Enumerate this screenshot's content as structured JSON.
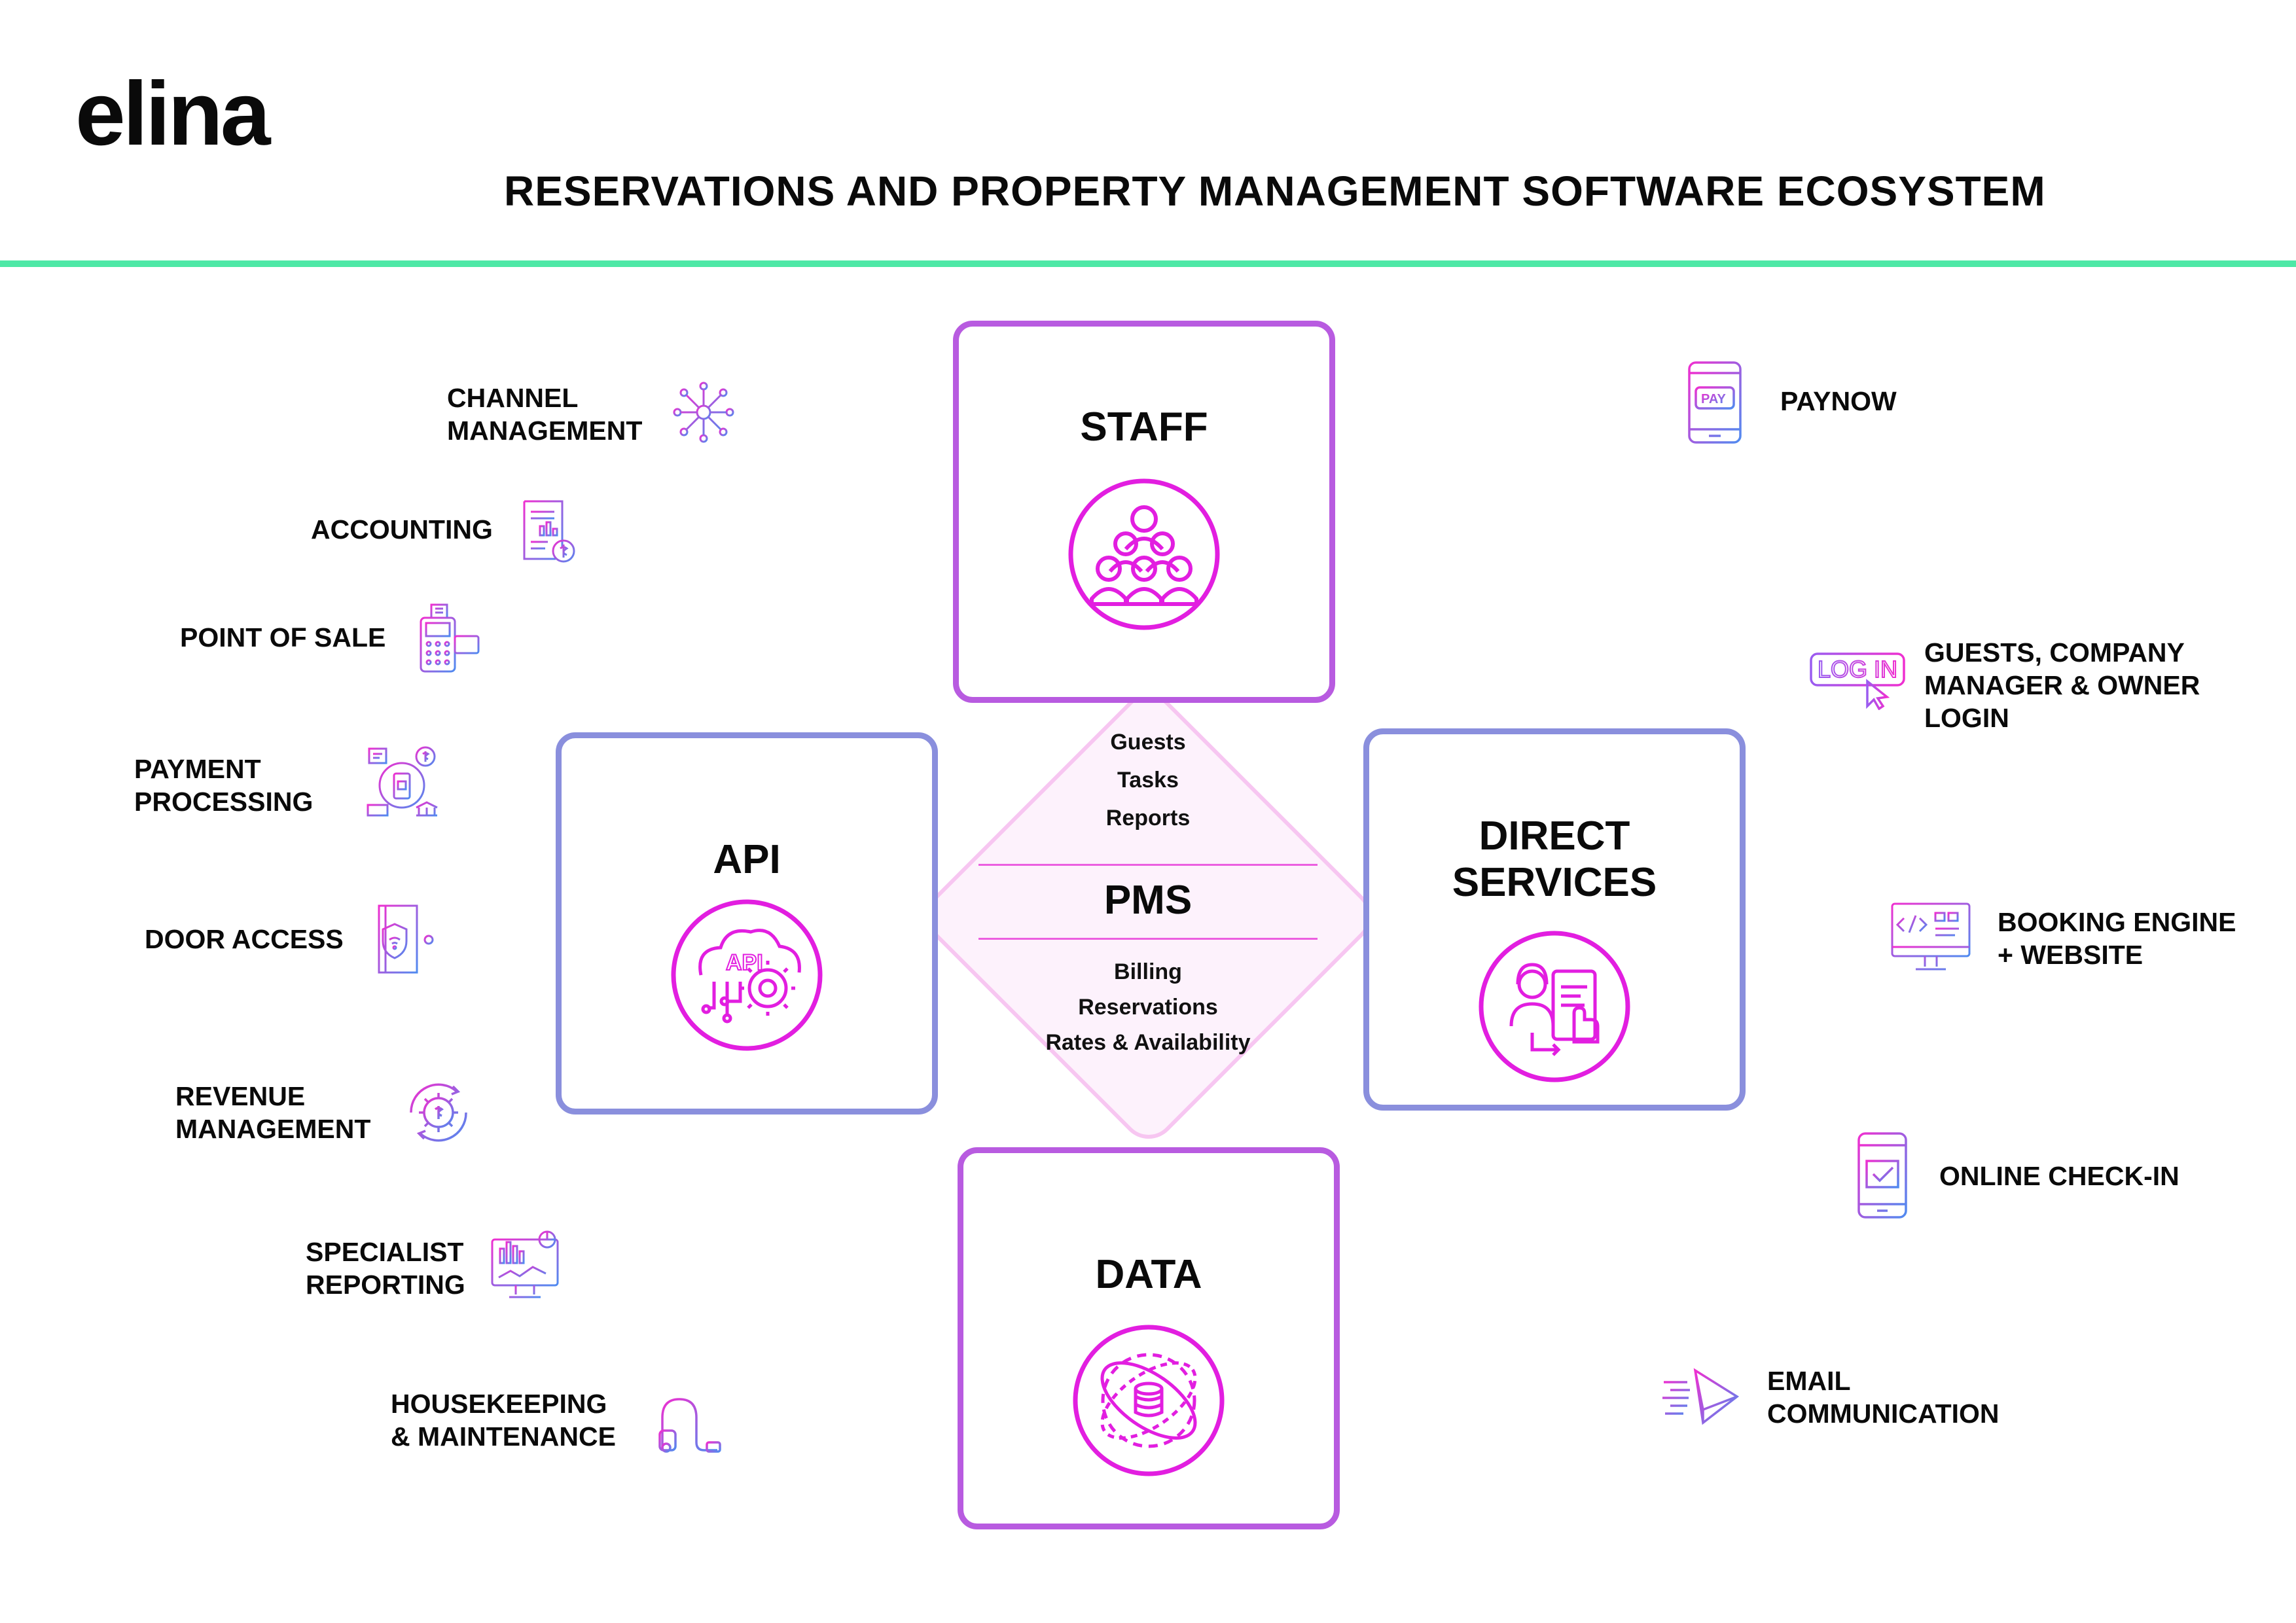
{
  "brand": {
    "logo": "elina"
  },
  "header": {
    "title": "RESERVATIONS AND PROPERTY MANAGEMENT SOFTWARE ECOSYSTEM",
    "rule_color": "#4de8a6"
  },
  "center": {
    "title": "PMS",
    "top_items": [
      "Guests",
      "Tasks",
      "Reports"
    ],
    "bottom_items": [
      "Billing",
      "Reservations",
      "Rates & Availability"
    ]
  },
  "quadrants": {
    "staff": {
      "label": "STAFF",
      "icon": "team-icon"
    },
    "api": {
      "label": "API",
      "icon": "api-cloud-gear-icon"
    },
    "direct": {
      "label_line1": "DIRECT",
      "label_line2": "SERVICES",
      "icon": "customer-support-tablet-icon"
    },
    "data": {
      "label": "DATA",
      "icon": "database-orbit-icon"
    }
  },
  "left_items": [
    {
      "line1": "CHANNEL",
      "line2": "MANAGEMENT",
      "icon": "network-hub-icon"
    },
    {
      "line1": "ACCOUNTING",
      "line2": "",
      "icon": "invoice-icon"
    },
    {
      "line1": "POINT OF SALE",
      "line2": "",
      "icon": "pos-terminal-icon"
    },
    {
      "line1": "PAYMENT",
      "line2": "PROCESSING",
      "icon": "payment-processing-icon"
    },
    {
      "line1": "DOOR ACCESS",
      "line2": "",
      "icon": "smart-door-icon"
    },
    {
      "line1": "REVENUE",
      "line2": "MANAGEMENT",
      "icon": "revenue-gear-icon"
    },
    {
      "line1": "SPECIALIST",
      "line2": "REPORTING",
      "icon": "analytics-monitor-icon"
    },
    {
      "line1": "HOUSEKEEPING",
      "line2": "& MAINTENANCE",
      "icon": "vacuum-cleaner-icon"
    }
  ],
  "right_items": [
    {
      "line1": "PAYNOW",
      "line2": "",
      "line3": "",
      "icon": "pay-phone-icon"
    },
    {
      "line1": "GUESTS, COMPANY",
      "line2": "MANAGER & OWNER",
      "line3": "LOGIN",
      "icon": "login-icon"
    },
    {
      "line1": "BOOKING ENGINE",
      "line2": "+ WEBSITE",
      "line3": "",
      "icon": "web-code-monitor-icon"
    },
    {
      "line1": "ONLINE CHECK-IN",
      "line2": "",
      "line3": "",
      "icon": "phone-check-icon"
    },
    {
      "line1": "EMAIL",
      "line2": "COMMUNICATION",
      "line3": "",
      "icon": "email-fast-icon"
    }
  ],
  "colors": {
    "purple_border": "#b85be0",
    "blue_border": "#8a8fdd",
    "magenta_icon": "#e21ee0"
  }
}
